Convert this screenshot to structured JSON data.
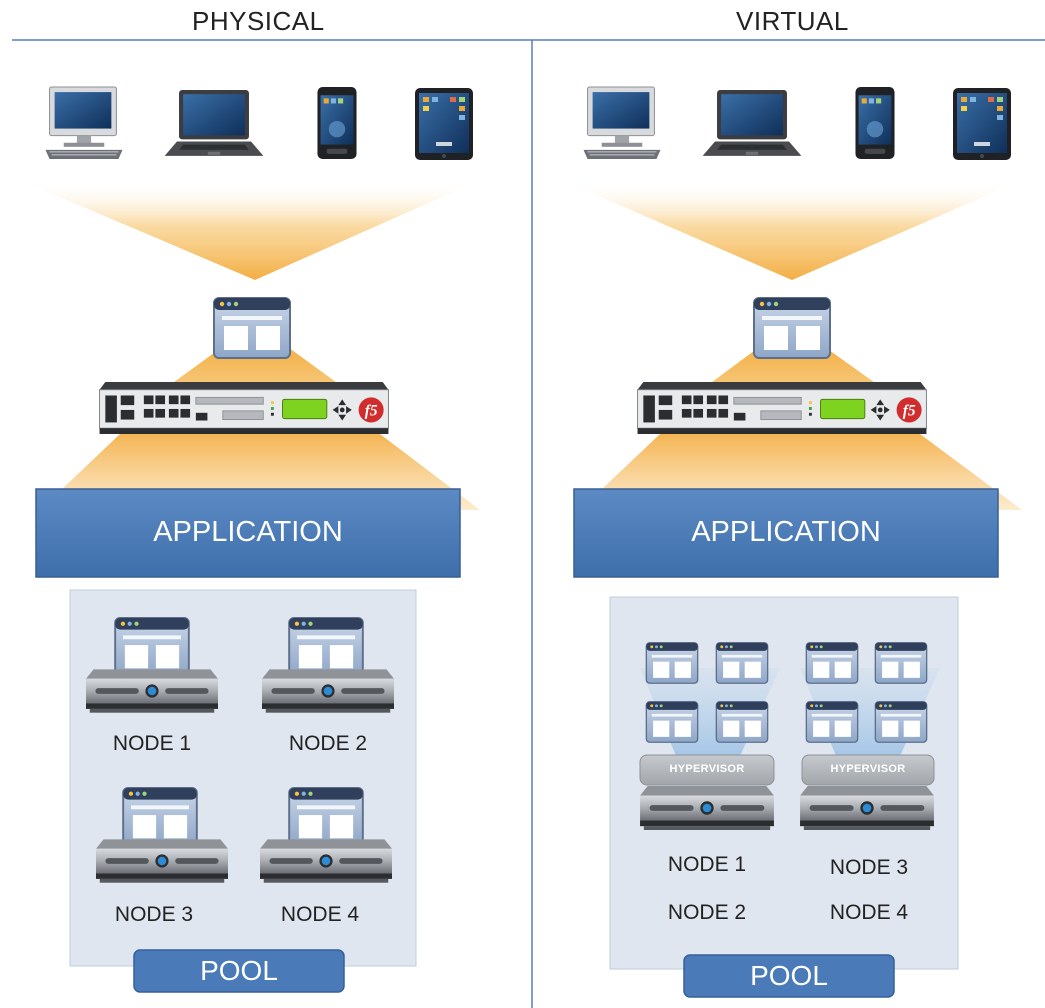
{
  "panels": {
    "physical": {
      "title": "PHYSICAL",
      "application_label": "APPLICATION",
      "pool_label": "POOL",
      "nodes": [
        "NODE 1",
        "NODE 2",
        "NODE 3",
        "NODE 4"
      ]
    },
    "virtual": {
      "title": "VIRTUAL",
      "application_label": "APPLICATION",
      "pool_label": "POOL",
      "hypervisor_label": "HYPERVISOR",
      "node_groups": [
        [
          "NODE 1",
          "NODE 2"
        ],
        [
          "NODE 3",
          "NODE 4"
        ]
      ]
    }
  },
  "devices": [
    "desktop-icon",
    "laptop-icon",
    "smartphone-icon",
    "tablet-icon"
  ],
  "appliance_logo": "f5",
  "colors": {
    "divider": "#5a7fb5",
    "application_box": "#4a7bb8",
    "pool_background": "#dfe6ef",
    "beam": "#f5b74e",
    "hypervisor": "#b5b8bc"
  }
}
